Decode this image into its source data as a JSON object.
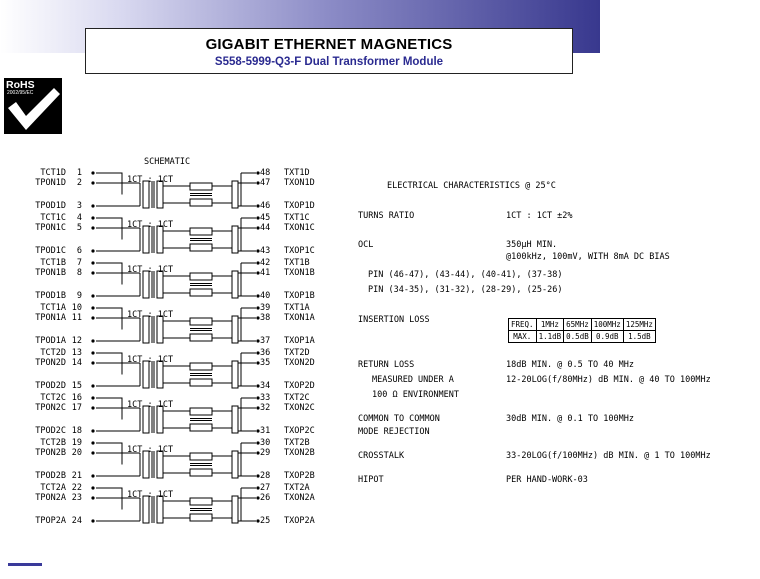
{
  "header": {
    "title": "GIGABIT ETHERNET MAGNETICS",
    "subtitle": "S558-5999-Q3-F Dual Transformer Module"
  },
  "rohs": {
    "label": "RoHS",
    "directive": "2002/95/EC"
  },
  "schematic": {
    "title": "SCHEMATIC",
    "ratio_label": "1CT : 1CT",
    "left_pins": [
      {
        "label": "TCT1D",
        "num": "1"
      },
      {
        "label": "TPON1D",
        "num": "2"
      },
      {
        "label": "TPOD1D",
        "num": "3"
      },
      {
        "label": "TCT1C",
        "num": "4"
      },
      {
        "label": "TPON1C",
        "num": "5"
      },
      {
        "label": "TPOD1C",
        "num": "6"
      },
      {
        "label": "TCT1B",
        "num": "7"
      },
      {
        "label": "TPON1B",
        "num": "8"
      },
      {
        "label": "TPOD1B",
        "num": "9"
      },
      {
        "label": "TCT1A",
        "num": "10"
      },
      {
        "label": "TPON1A",
        "num": "11"
      },
      {
        "label": "TPOD1A",
        "num": "12"
      },
      {
        "label": "TCT2D",
        "num": "13"
      },
      {
        "label": "TPON2D",
        "num": "14"
      },
      {
        "label": "TPOD2D",
        "num": "15"
      },
      {
        "label": "TCT2C",
        "num": "16"
      },
      {
        "label": "TPON2C",
        "num": "17"
      },
      {
        "label": "TPOD2C",
        "num": "18"
      },
      {
        "label": "TCT2B",
        "num": "19"
      },
      {
        "label": "TPON2B",
        "num": "20"
      },
      {
        "label": "TPOD2B",
        "num": "21"
      },
      {
        "label": "TCT2A",
        "num": "22"
      },
      {
        "label": "TPON2A",
        "num": "23"
      },
      {
        "label": "TPOP2A",
        "num": "24"
      }
    ],
    "right_pins": [
      {
        "num": "48",
        "label": "TXT1D"
      },
      {
        "num": "47",
        "label": "TXON1D"
      },
      {
        "num": "46",
        "label": "TXOP1D"
      },
      {
        "num": "45",
        "label": "TXT1C"
      },
      {
        "num": "44",
        "label": "TXON1C"
      },
      {
        "num": "43",
        "label": "TXOP1C"
      },
      {
        "num": "42",
        "label": "TXT1B"
      },
      {
        "num": "41",
        "label": "TXON1B"
      },
      {
        "num": "40",
        "label": "TXOP1B"
      },
      {
        "num": "39",
        "label": "TXT1A"
      },
      {
        "num": "38",
        "label": "TXON1A"
      },
      {
        "num": "37",
        "label": "TXOP1A"
      },
      {
        "num": "36",
        "label": "TXT2D"
      },
      {
        "num": "35",
        "label": "TXON2D"
      },
      {
        "num": "34",
        "label": "TXOP2D"
      },
      {
        "num": "33",
        "label": "TXT2C"
      },
      {
        "num": "32",
        "label": "TXON2C"
      },
      {
        "num": "31",
        "label": "TXOP2C"
      },
      {
        "num": "30",
        "label": "TXT2B"
      },
      {
        "num": "29",
        "label": "TXON2B"
      },
      {
        "num": "28",
        "label": "TXOP2B"
      },
      {
        "num": "27",
        "label": "TXT2A"
      },
      {
        "num": "26",
        "label": "TXON2A"
      },
      {
        "num": "25",
        "label": "TXOP2A"
      }
    ]
  },
  "electrical": {
    "heading": "ELECTRICAL CHARACTERISTICS @ 25°C",
    "turns_ratio": {
      "label": "TURNS RATIO",
      "value": "1CT : 1CT ±2%"
    },
    "ocl": {
      "label": "OCL",
      "value": "350µH MIN.",
      "condition": "@100kHz, 100mV, WITH 8mA DC BIAS",
      "pins_line1": "PIN (46-47), (43-44), (40-41), (37-38)",
      "pins_line2": "PIN (34-35), (31-32), (28-29), (25-26)"
    },
    "insertion_loss": {
      "label": "INSERTION LOSS",
      "header": [
        "FREQ.",
        "1MHz",
        "65MHz",
        "100MHz",
        "125MHz"
      ],
      "row": [
        "MAX.",
        "1.1dB",
        "0.5dB",
        "0.9dB",
        "1.5dB"
      ]
    },
    "return_loss": {
      "label": "RETURN LOSS",
      "sub1": "MEASURED UNDER A",
      "sub2": "100 Ω ENVIRONMENT",
      "value1": "18dB MIN. @ 0.5 TO 40 MHz",
      "value2": "12-20LOG(f/80MHz) dB MIN. @ 40 TO 100MHz"
    },
    "cmr": {
      "label1": "COMMON TO COMMON",
      "label2": "MODE REJECTION",
      "value": "30dB MIN. @ 0.1 TO 100MHz"
    },
    "crosstalk": {
      "label": "CROSSTALK",
      "value": "33-20LOG(f/100MHz) dB MIN. @ 1 TO 100MHz"
    },
    "hipot": {
      "label": "HIPOT",
      "value": "PER HAND-WORK-03"
    }
  }
}
